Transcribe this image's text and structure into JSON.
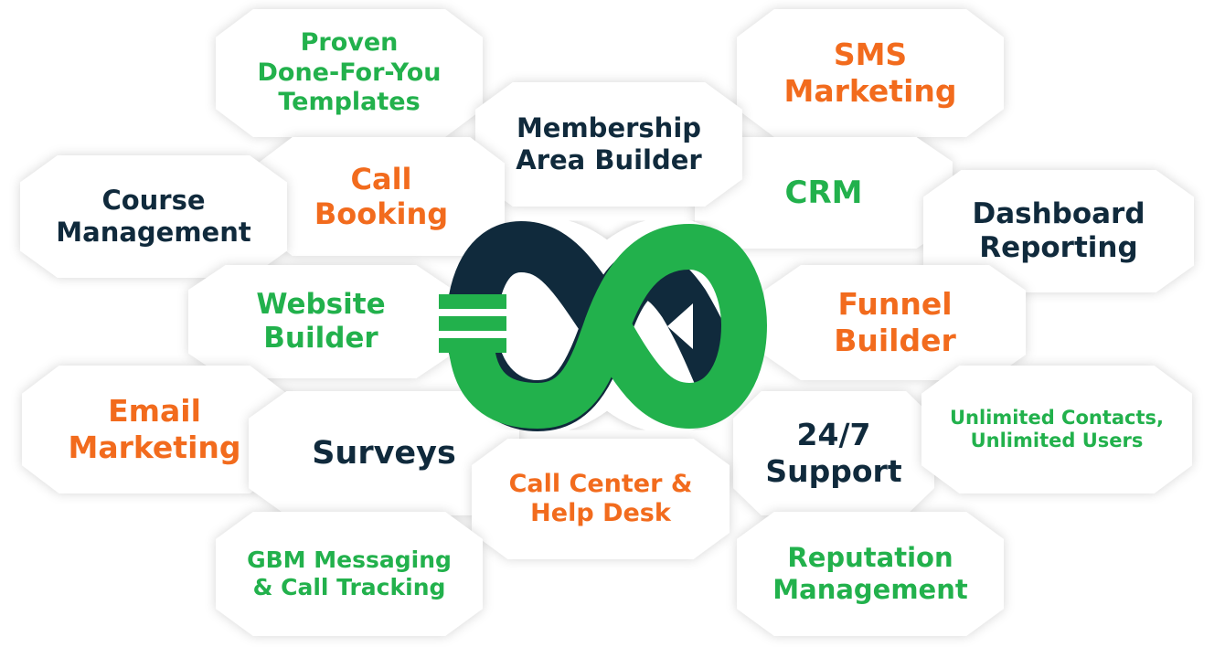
{
  "colors": {
    "green": "#22b14c",
    "orange": "#f26b1d",
    "navy": "#102a3c"
  },
  "logo": {
    "icon": "infinity-play-logo-icon"
  },
  "features": {
    "templates": "Proven\nDone-For-You\nTemplates",
    "sms": "SMS\nMarketing",
    "membership": "Membership\nArea Builder",
    "crm": "CRM",
    "call_booking": "Call\nBooking",
    "course": "Course\nManagement",
    "dashboard": "Dashboard\nReporting",
    "website": "Website\nBuilder",
    "funnel": "Funnel\nBuilder",
    "email": "Email\nMarketing",
    "surveys": "Surveys",
    "support": "24/7\nSupport",
    "unlimited": "Unlimited Contacts,\nUnlimited Users",
    "call_center": "Call Center &\nHelp Desk",
    "gbm": "GBM Messaging\n& Call Tracking",
    "reputation": "Reputation\nManagement"
  }
}
